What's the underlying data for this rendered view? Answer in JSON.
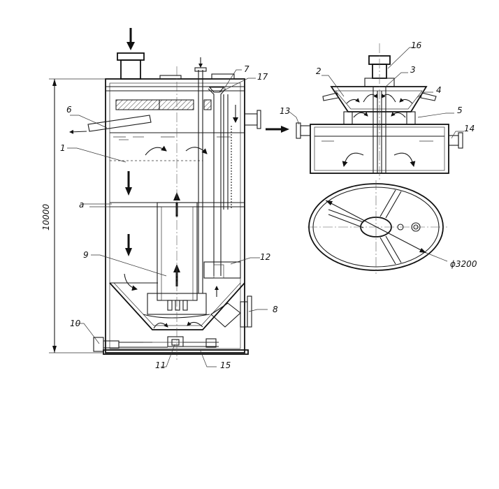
{
  "labels": {
    "l1": "1",
    "l2": "2",
    "l3": "3",
    "l4": "4",
    "l5": "5",
    "l6": "6",
    "l7": "7",
    "l8": "8",
    "l9": "9",
    "l10": "10",
    "l11": "11",
    "l12": "12",
    "l13": "13",
    "l14": "14",
    "l15": "15",
    "l16": "16",
    "l17": "17",
    "la": "a"
  },
  "dimensions": {
    "height": "10000",
    "diameter": "ϕ3200"
  }
}
